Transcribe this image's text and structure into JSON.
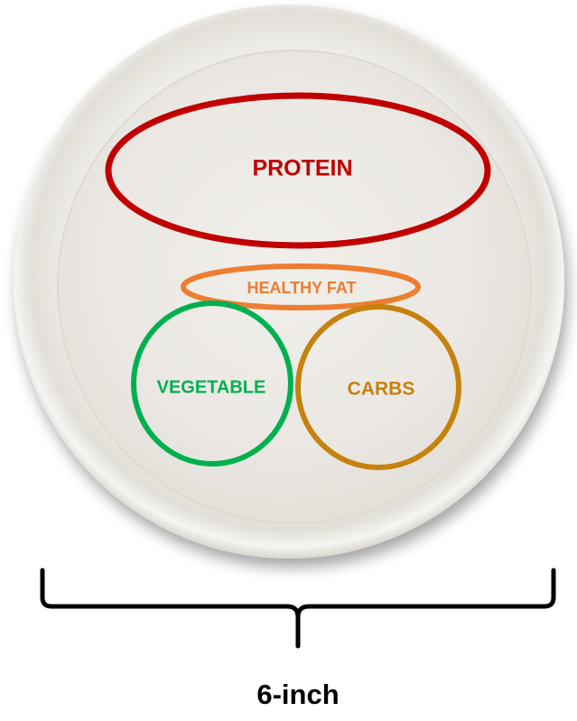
{
  "plate": {
    "portions": [
      {
        "id": "protein",
        "label": "PROTEIN",
        "color": "#c00000"
      },
      {
        "id": "healthy-fat",
        "label": "HEALTHY FAT",
        "color": "#ed7d31"
      },
      {
        "id": "vegetable",
        "label": "VEGETABLE",
        "color": "#00b050"
      },
      {
        "id": "carbs",
        "label": "CARBS",
        "color": "#c5820c"
      }
    ]
  },
  "measurement": {
    "label": "6-inch"
  }
}
